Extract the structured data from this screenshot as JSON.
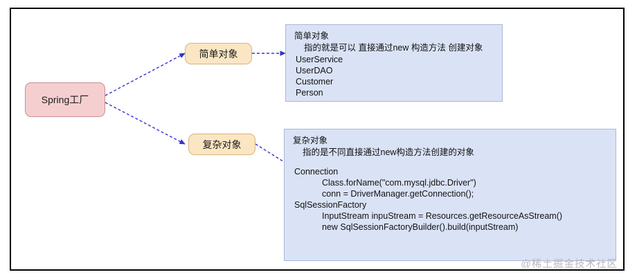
{
  "diagram": {
    "nodes": {
      "root": {
        "label": "Spring工厂"
      },
      "simple": {
        "label": "简单对象"
      },
      "complex": {
        "label": "复杂对象"
      }
    },
    "panels": {
      "simple": {
        "title": "简单对象",
        "subtitle": "指的就是可以 直接通过new 构造方法 创建对象",
        "items": [
          "UserService",
          "UserDAO",
          "Customer",
          "Person"
        ]
      },
      "complex": {
        "title": "复杂对象",
        "subtitle": "指的是不同直接通过new构造方法创建的对象",
        "blocks": [
          {
            "root": "Connection",
            "lines": [
              "Class.forName(\"com.mysql.jdbc.Driver\")",
              "conn = DriverManager.getConnection();"
            ]
          },
          {
            "root": "SqlSessionFactory",
            "lines": [
              "InputStream inpuStream = Resources.getResourceAsStream()",
              "new SqlSessionFactoryBuilder().build(inputStream)"
            ]
          }
        ]
      }
    },
    "colors": {
      "root_fill": "#f5cfcf",
      "root_stroke": "#c98f8f",
      "branch_fill": "#fbe6c4",
      "branch_stroke": "#d6b377",
      "panel_fill": "#dae3f6",
      "panel_stroke": "#a8b8d8",
      "connector": "#3333cc",
      "frame": "#000000"
    }
  },
  "watermark": {
    "text": "@稀土掘金技术社区"
  }
}
